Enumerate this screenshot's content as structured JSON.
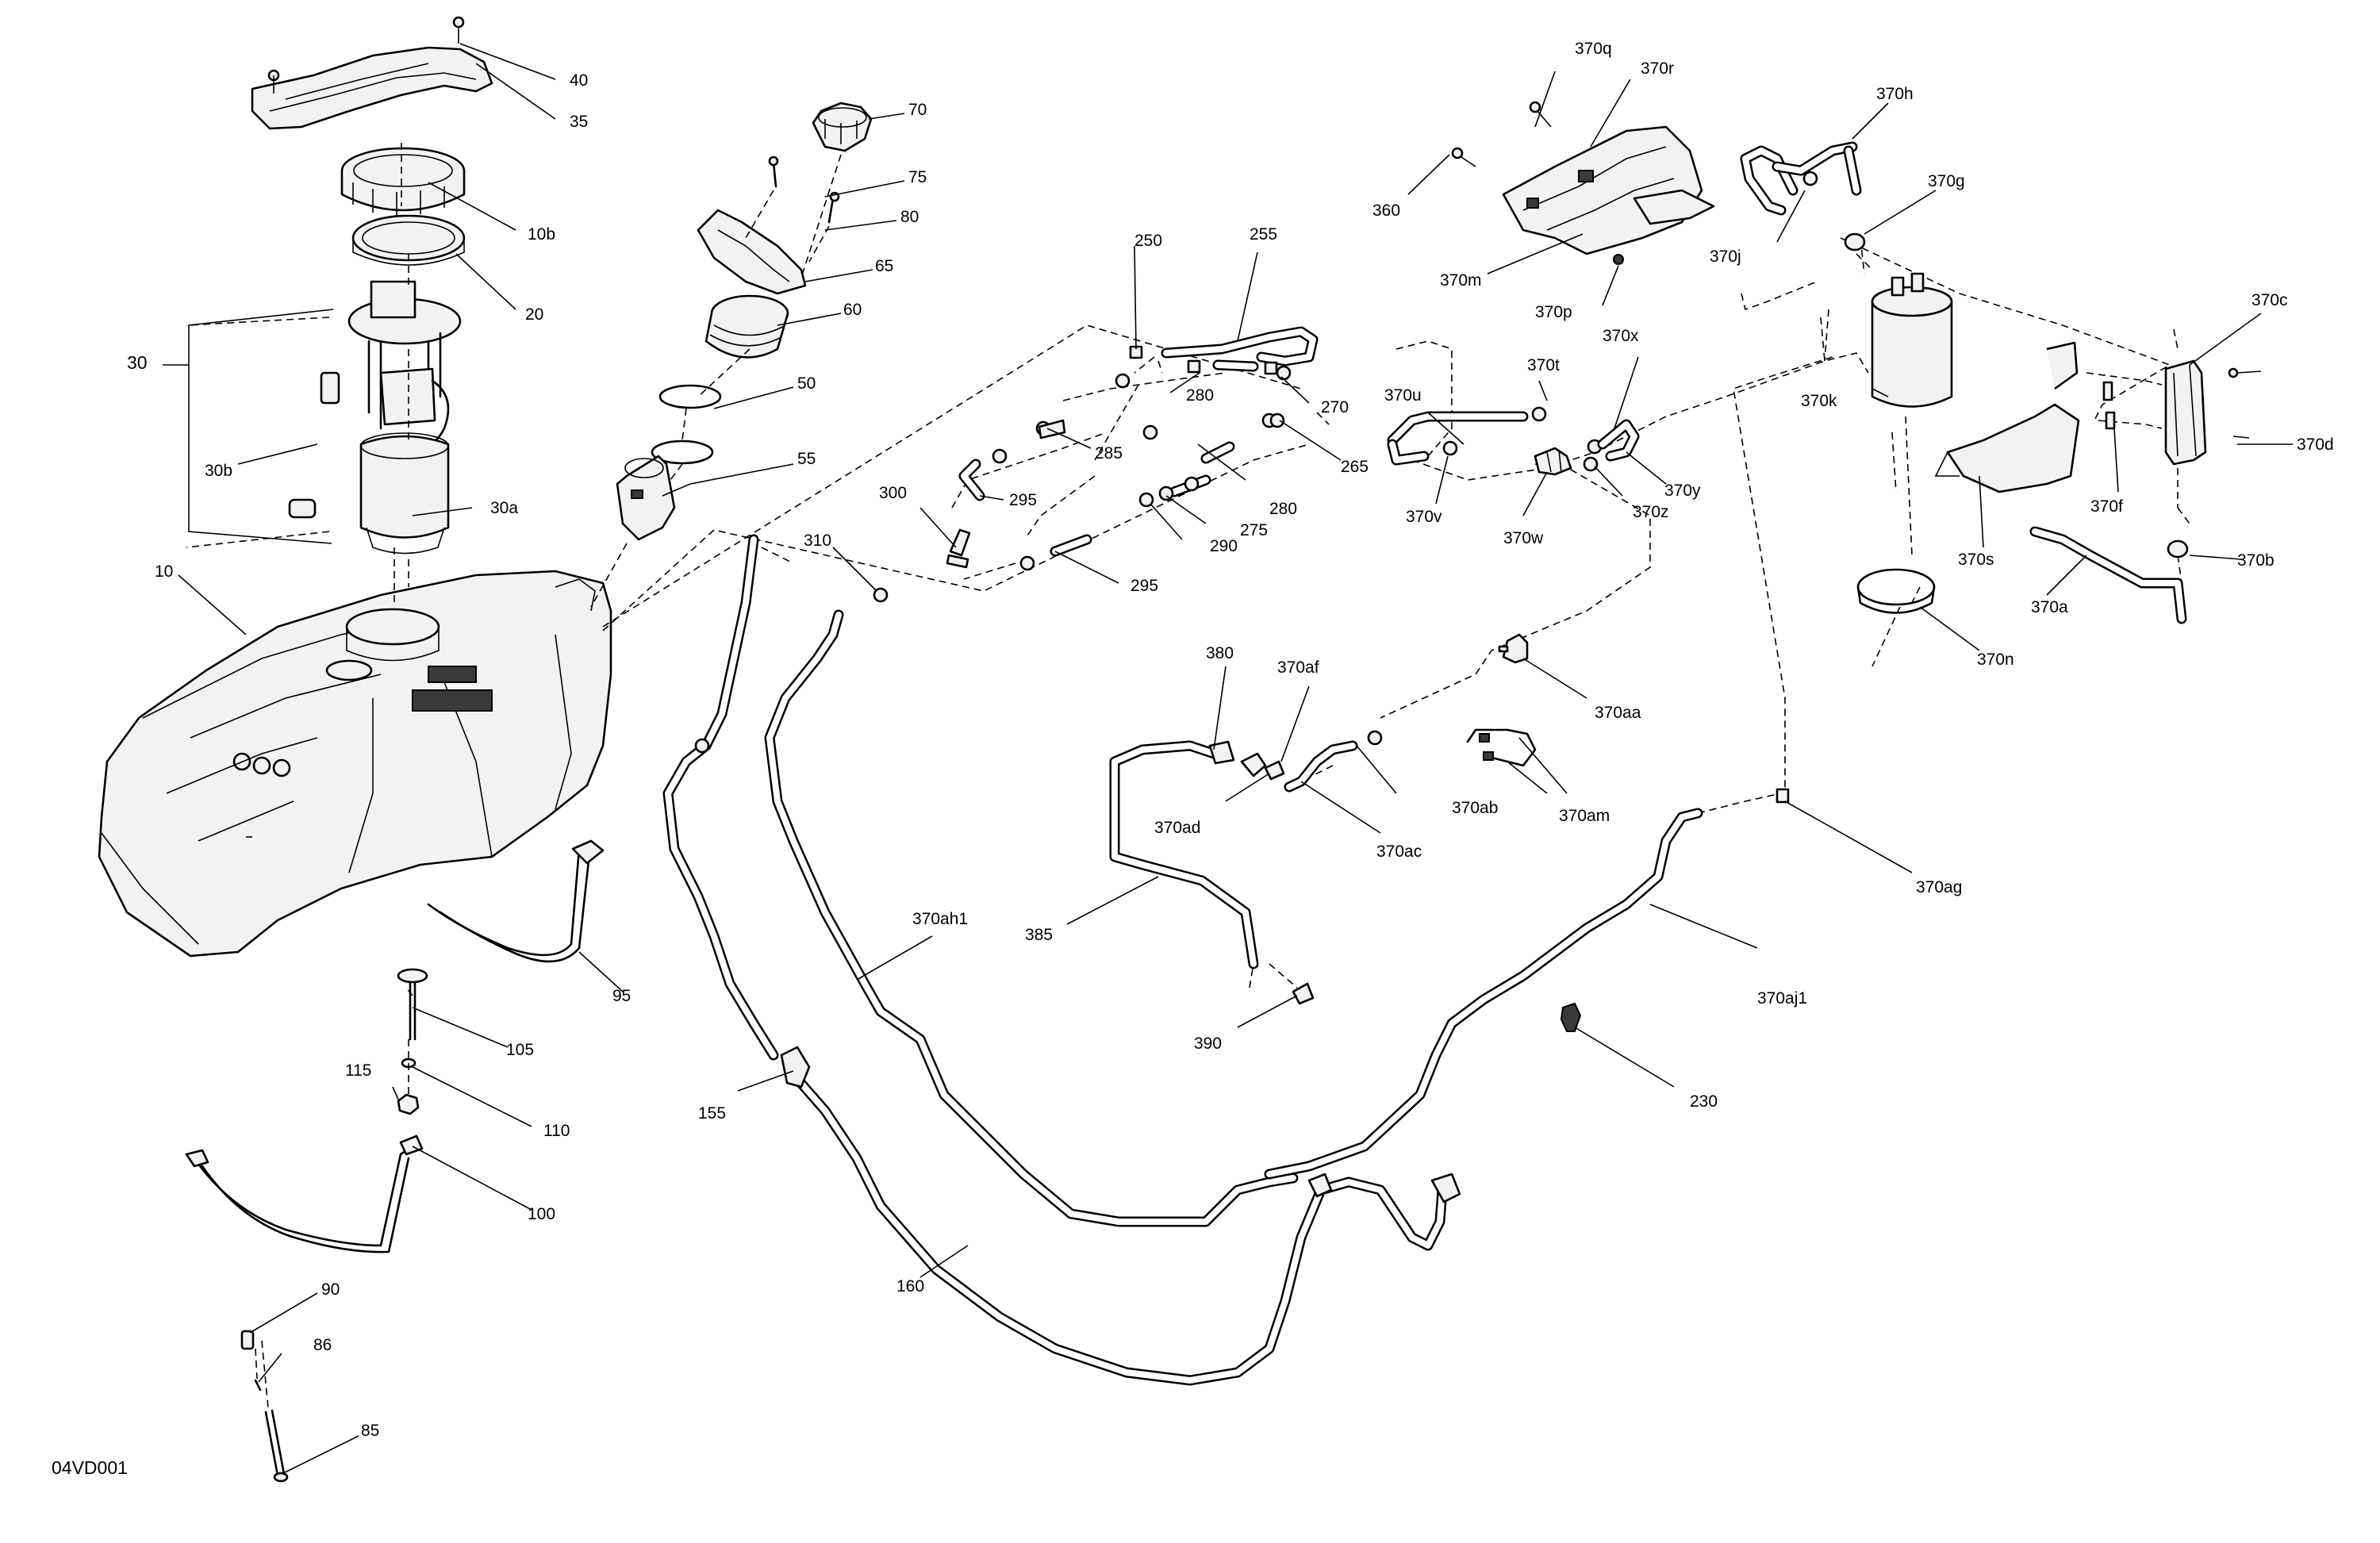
{
  "diagram": {
    "reference_code": "04VD001",
    "group_label": "30",
    "callouts": {
      "c10": "10",
      "c10b": "10b",
      "c20": "20",
      "c30a": "30a",
      "c30b": "30b",
      "c35": "35",
      "c40": "40",
      "c50": "50",
      "c55": "55",
      "c60": "60",
      "c65": "65",
      "c70": "70",
      "c75": "75",
      "c80": "80",
      "c85": "85",
      "c86": "86",
      "c90": "90",
      "c95": "95",
      "c100": "100",
      "c105": "105",
      "c110": "110",
      "c115": "115",
      "c155": "155",
      "c160": "160",
      "c230": "230",
      "c250": "250",
      "c255": "255",
      "c265": "265",
      "c270": "270",
      "c275": "275",
      "c280a": "280",
      "c280b": "280",
      "c285": "285",
      "c290": "290",
      "c295a": "295",
      "c295b": "295",
      "c300": "300",
      "c310": "310",
      "c360": "360",
      "c370a": "370a",
      "c370aa": "370aa",
      "c370ab": "370ab",
      "c370ac": "370ac",
      "c370ad": "370ad",
      "c370af": "370af",
      "c370ag": "370ag",
      "c370ah1": "370ah1",
      "c370aj1": "370aj1",
      "c370am": "370am",
      "c370b": "370b",
      "c370c": "370c",
      "c370d": "370d",
      "c370f": "370f",
      "c370g": "370g",
      "c370h": "370h",
      "c370j": "370j",
      "c370k": "370k",
      "c370m": "370m",
      "c370n": "370n",
      "c370p": "370p",
      "c370q": "370q",
      "c370r": "370r",
      "c370s": "370s",
      "c370t": "370t",
      "c370u": "370u",
      "c370v": "370v",
      "c370w": "370w",
      "c370x": "370x",
      "c370y": "370y",
      "c370z": "370z",
      "c380": "380",
      "c385": "385",
      "c390": "390"
    }
  }
}
